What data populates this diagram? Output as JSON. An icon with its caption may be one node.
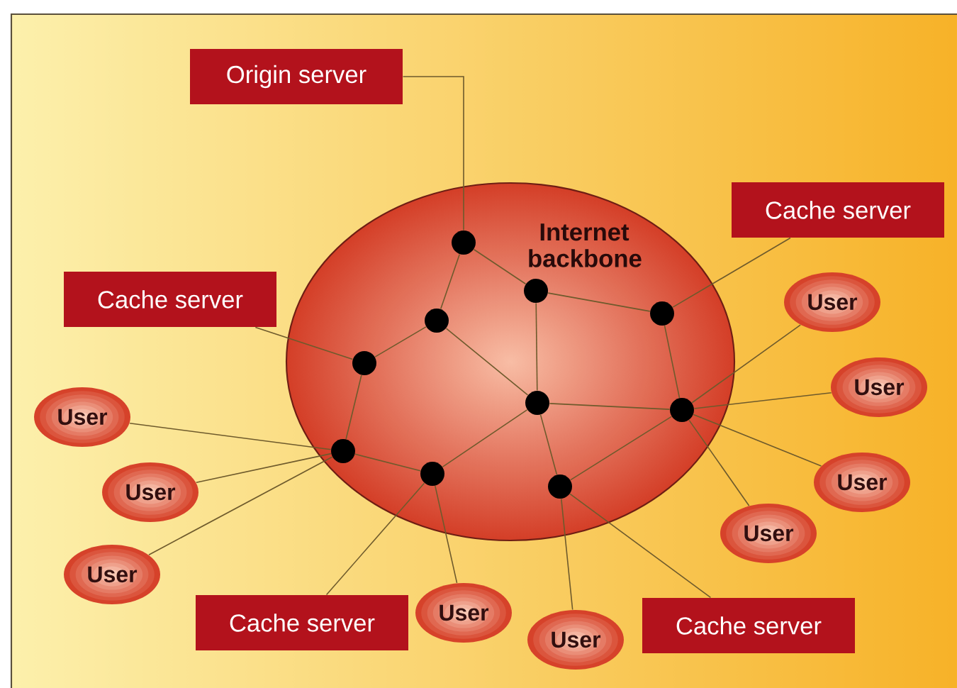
{
  "diagram": {
    "nodes": [
      {
        "text": [
          "Origin server"
        ]
      },
      {
        "text": [
          "Internet backbone"
        ]
      },
      {
        "text": [
          "Cache server"
        ]
      },
      {
        "text": [
          "Cache server"
        ]
      },
      {
        "text": [],
        "shape": "circle",
        "in": 1
      },
      {
        "text": [],
        "shape": "circle",
        "in": 1
      },
      {
        "text": [],
        "shape": "circle",
        "in": 1
      },
      {
        "text": [],
        "shape": "circle",
        "in": 1
      },
      {
        "text": [],
        "shape": "circle",
        "in": 1
      },
      {
        "text": [],
        "shape": "circle",
        "in": 1
      },
      {
        "text": [],
        "shape": "circle",
        "in": 1
      },
      {
        "text": [],
        "shape": "circle",
        "in": 1
      },
      {
        "text": [],
        "shape": "circle",
        "in": 1
      },
      {
        "text": [],
        "shape": "circle",
        "in": 1
      },
      {
        "text": [
          "User"
        ]
      },
      {
        "text": [
          "User"
        ]
      },
      {
        "text": [
          "User"
        ]
      },
      {
        "text": [
          "User"
        ]
      },
      {
        "text": [
          "User"
        ]
      },
      {
        "text": [
          "User"
        ]
      },
      {
        "text": [
          "User"
        ]
      },
      {
        "text": [
          "User"
        ]
      },
      {
        "text": [
          "User"
        ]
      },
      {
        "text": [
          "Cache server"
        ]
      },
      {
        "text": [
          "Cache server"
        ]
      }
    ],
    "edges": [
      {
        "from": 0,
        "to": 4,
        "arrow": "none"
      },
      {
        "from": 2,
        "to": 7,
        "arrow": "none"
      },
      {
        "from": 3,
        "to": 8,
        "arrow": "none"
      },
      {
        "from": 4,
        "to": 5,
        "arrow": "none"
      },
      {
        "from": 4,
        "to": 6,
        "arrow": "none"
      },
      {
        "from": 5,
        "to": 7,
        "arrow": "none"
      },
      {
        "from": 5,
        "to": 9,
        "arrow": "none"
      },
      {
        "from": 6,
        "to": 8,
        "arrow": "none"
      },
      {
        "from": 6,
        "to": 9,
        "arrow": "none"
      },
      {
        "from": 7,
        "to": 10,
        "arrow": "none"
      },
      {
        "from": 8,
        "to": 11,
        "arrow": "none"
      },
      {
        "from": 11,
        "to": 12,
        "arrow": "none"
      },
      {
        "from": 12,
        "to": 9,
        "arrow": "none"
      },
      {
        "from": 9,
        "to": 10,
        "arrow": "none"
      },
      {
        "from": 9,
        "to": 13,
        "arrow": "none"
      },
      {
        "from": 13,
        "to": 10,
        "arrow": "none"
      },
      {
        "from": 14,
        "to": 10,
        "arrow": "none"
      },
      {
        "from": 15,
        "to": 10,
        "arrow": "none"
      },
      {
        "from": 16,
        "to": 10,
        "arrow": "none"
      },
      {
        "from": 17,
        "to": 10,
        "arrow": "none"
      },
      {
        "from": 18,
        "to": 13,
        "arrow": "none"
      },
      {
        "from": 19,
        "to": 12,
        "arrow": "none"
      },
      {
        "from": 20,
        "to": 11,
        "arrow": "none"
      },
      {
        "from": 21,
        "to": 11,
        "arrow": "none"
      },
      {
        "from": 22,
        "to": 11,
        "arrow": "none"
      },
      {
        "from": 23,
        "to": 12,
        "arrow": "none"
      },
      {
        "from": 24,
        "to": 13,
        "arrow": "none"
      }
    ]
  }
}
